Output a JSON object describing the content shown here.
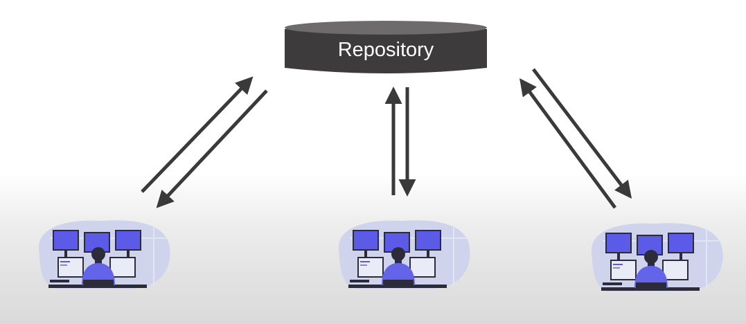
{
  "repository": {
    "label": "Repository",
    "body_color": "#3d3b3c",
    "top_color": "#6d6b6c"
  },
  "arrow_color": "#3a3a3a",
  "workstations": [
    {
      "name": "left-workstation"
    },
    {
      "name": "center-workstation"
    },
    {
      "name": "right-workstation"
    }
  ],
  "workstation_colors": {
    "blob": "#cfd3ec",
    "monitor": "#5b5be8",
    "person": "#6464ea",
    "frame": "#2b2b3a",
    "screen_low": "#e9ecf7"
  }
}
